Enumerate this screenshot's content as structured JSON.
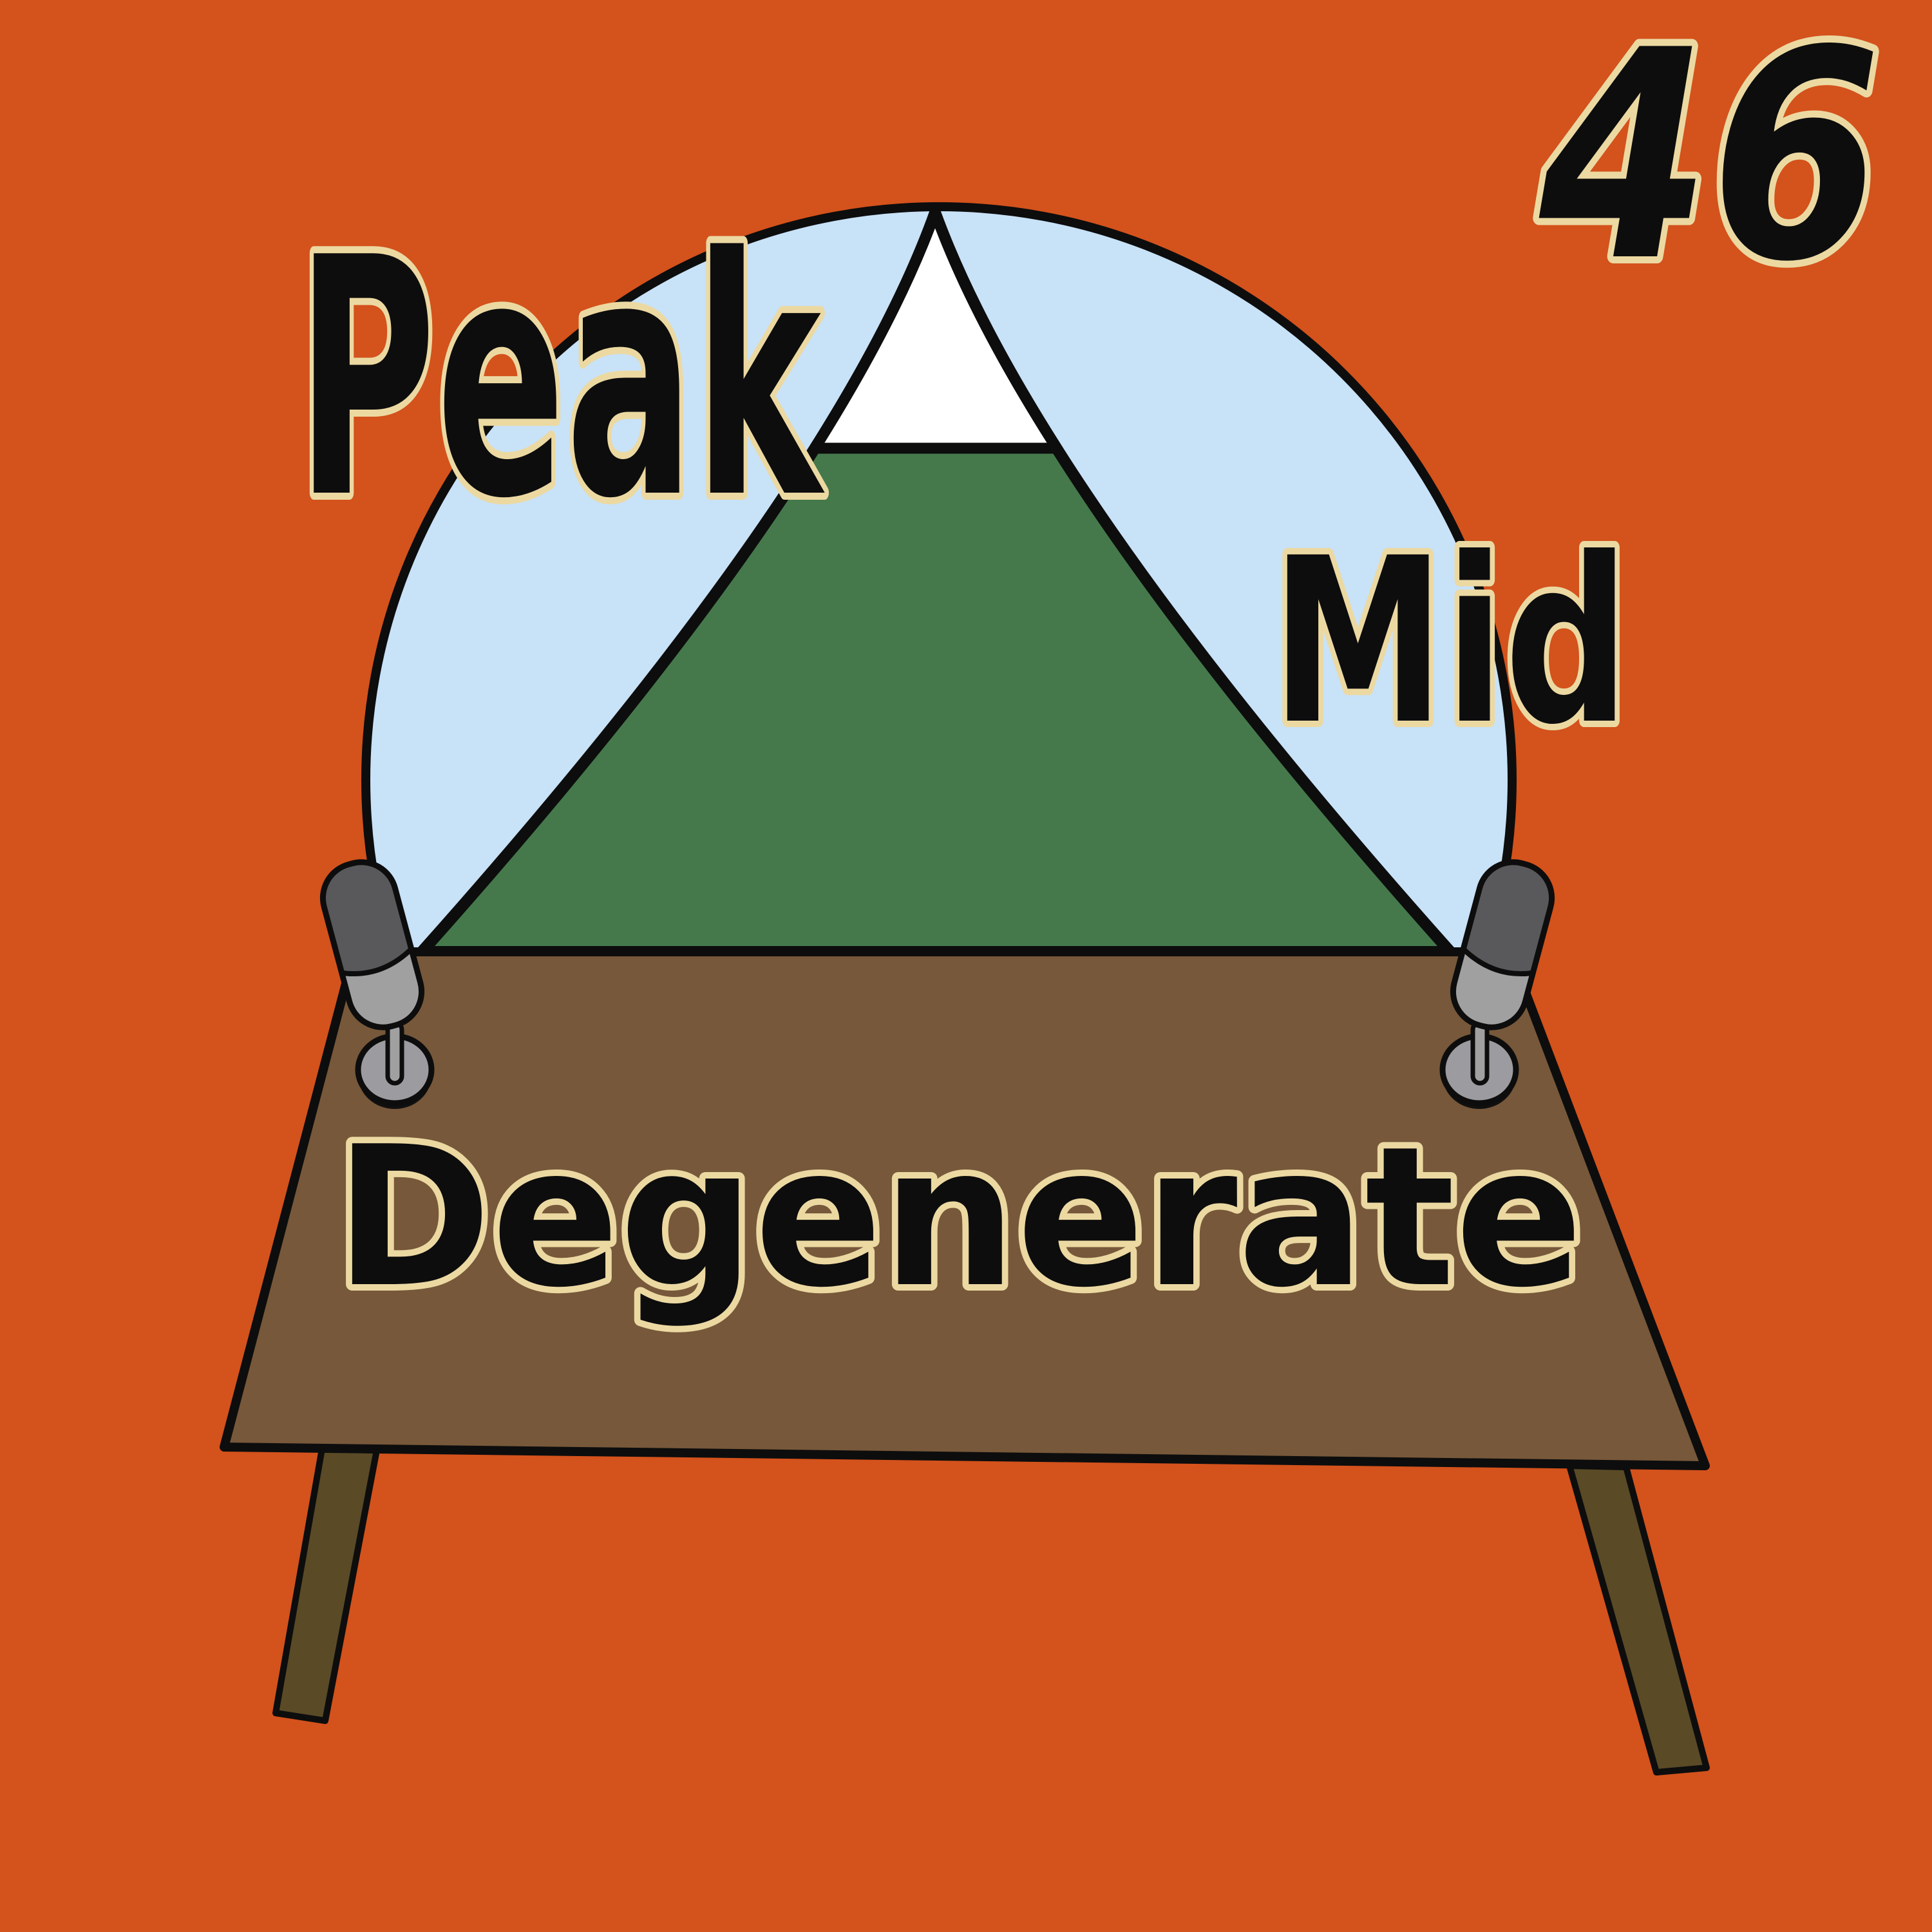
{
  "artwork": {
    "title_words": {
      "peak": "Peak",
      "mid": "Mid",
      "degenerate": "Degenerate"
    },
    "episode_number": "46",
    "colors": {
      "background": "#d4521c",
      "sky": "#c8e2f8",
      "mountain_green": "#45794c",
      "snow_white": "#ffffff",
      "table_brown": "#77583a",
      "leg_brown": "#5a4a26",
      "mic_dark": "#59595c",
      "mic_light": "#a0a0a0",
      "mic_base": "#9c9ca0",
      "outline_black": "#0d0d0d",
      "text_fill": "#0d0d0d",
      "text_outline": "#ecd9a2"
    }
  }
}
